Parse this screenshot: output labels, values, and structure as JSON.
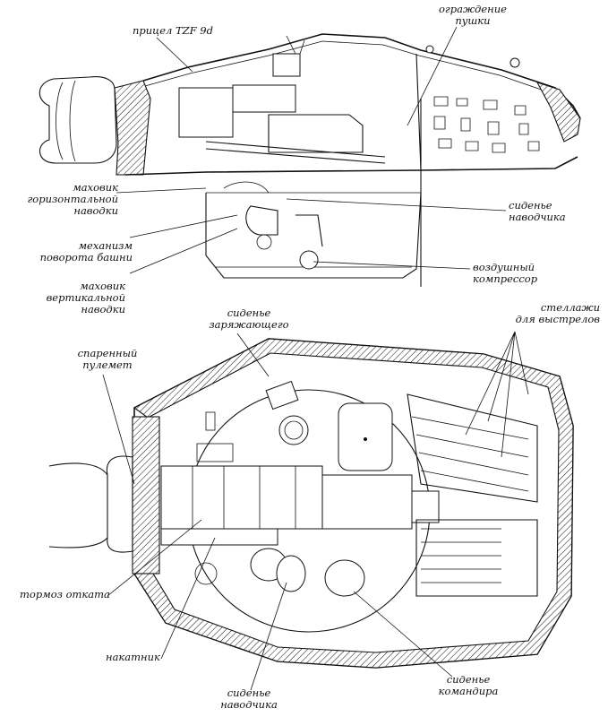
{
  "labels": {
    "sight": "прицел TZF 9d",
    "gun_guard": "ограждение\nпушки",
    "traverse_handwheel": "маховик\nгоризонтальной\nнаводки",
    "turret_traverse_mech": "механизм\nповорота башни",
    "elevation_handwheel": "маховик\nвертикальной\nнаводки",
    "gunner_seat_top": "сиденье\nнаводчика",
    "air_compressor": "воздушный\nкомпрессор",
    "loader_seat": "сиденье\nзаряжающего",
    "ammo_racks": "стеллажи\nдля выстрелов",
    "coaxial_mg": "спаренный\nпулемет",
    "recoil_brake": "тормоз отката",
    "recuperator": "накатник",
    "gunner_seat_bottom": "сиденье\nнаводчика",
    "commander_seat": "сиденье\nкомандира"
  }
}
